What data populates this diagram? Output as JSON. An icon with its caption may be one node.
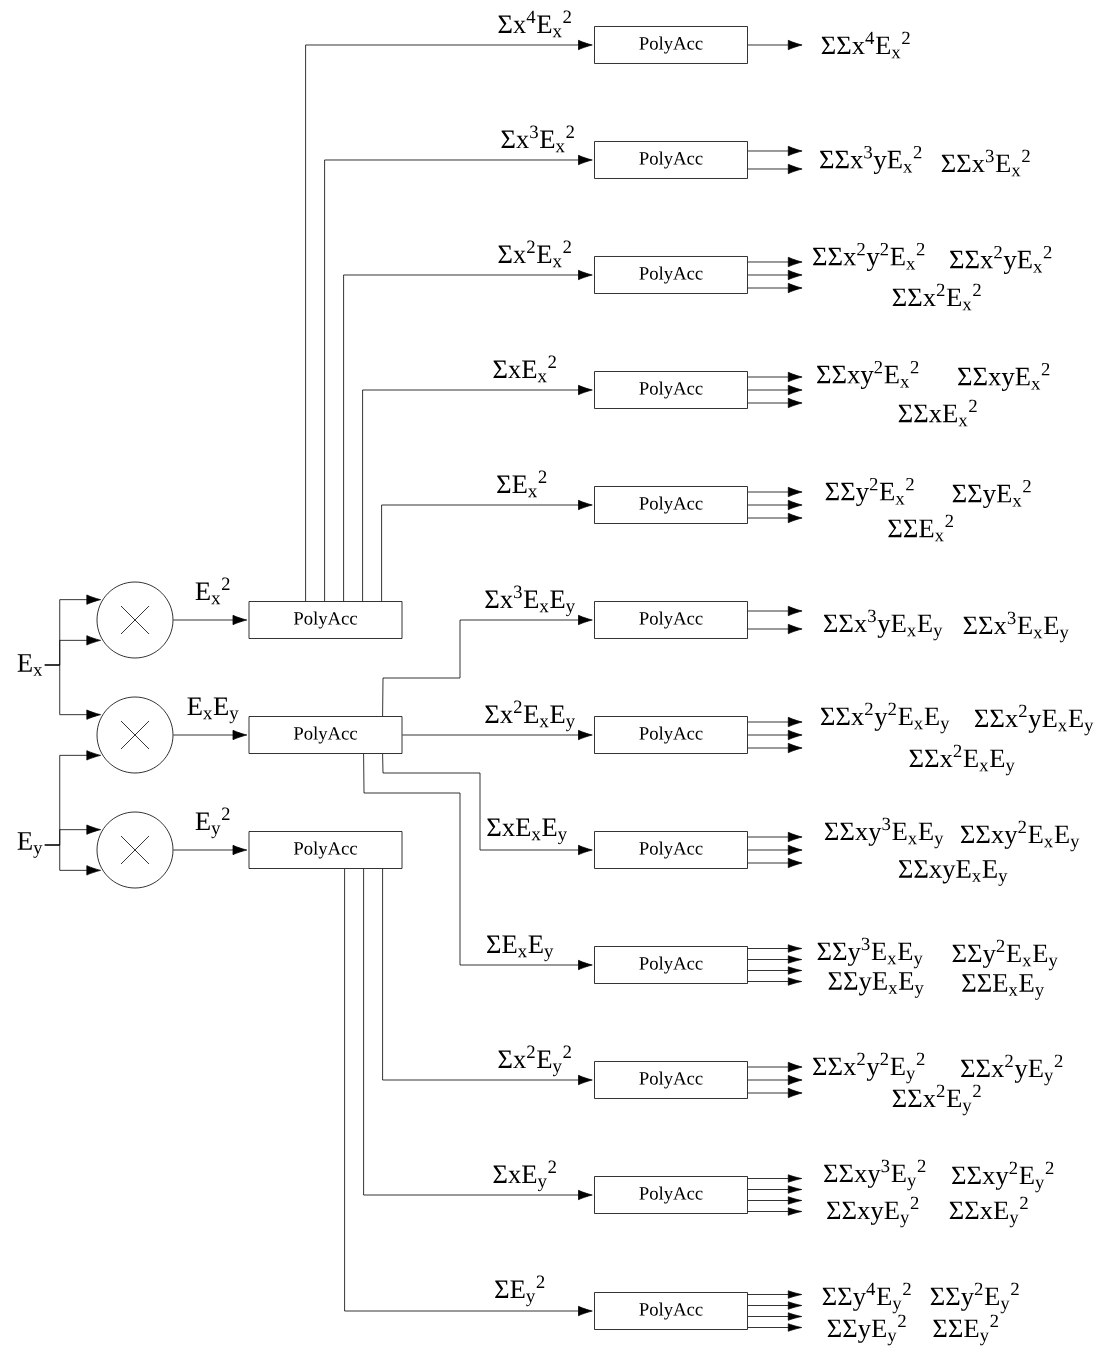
{
  "diagram": {
    "nodes": [
      {
        "text": [
          "E$_{x}$"
        ]
      },
      {
        "text": [
          "E$_{y}$"
        ]
      },
      {
        "text": [],
        "shape": "circle"
      },
      {
        "text": [],
        "shape": "circle"
      },
      {
        "text": [],
        "shape": "circle"
      },
      {
        "text": [
          "PolyAcc"
        ]
      },
      {
        "text": [
          "PolyAcc"
        ]
      },
      {
        "text": [
          "PolyAcc"
        ]
      },
      {
        "text": [
          "PolyAcc"
        ],
        "beside": [
          "ΣΣx$^{4}$E$_{x}$$^{2}$"
        ]
      },
      {
        "text": [
          "PolyAcc"
        ],
        "beside": [
          "ΣΣx$^{3}$yE$_{x}$$^{2}$",
          "ΣΣx$^{3}$E$_{x}$$^{2}$"
        ]
      },
      {
        "text": [
          "PolyAcc"
        ],
        "beside": [
          "ΣΣx$^{2}$y$^{2}$E$_{x}$$^{2}$",
          "ΣΣx$^{2}$yE$_{x}$$^{2}$",
          "ΣΣx$^{2}$E$_{x}$$^{2}$"
        ]
      },
      {
        "text": [
          "PolyAcc"
        ],
        "beside": [
          "ΣΣxy$^{2}$E$_{x}$$^{2}$",
          "ΣΣxyE$_{x}$$^{2}$",
          "ΣΣxE$_{x}$$^{2}$"
        ]
      },
      {
        "text": [
          "PolyAcc"
        ],
        "beside": [
          "ΣΣy$^{2}$E$_{x}$$^{2}$",
          "ΣΣyE$_{x}$$^{2}$",
          "ΣΣE$_{x}$$^{2}$"
        ]
      },
      {
        "text": [
          "PolyAcc"
        ],
        "beside": [
          "ΣΣx$^{3}$yE$_{x}$E$_{y}$",
          "ΣΣx$^{3}$E$_{x}$E$_{y}$"
        ]
      },
      {
        "text": [
          "PolyAcc"
        ],
        "beside": [
          "ΣΣx$^{2}$y$^{2}$E$_{x}$E$_{y}$",
          "ΣΣx$^{2}$yE$_{x}$E$_{y}$",
          "ΣΣx$^{2}$E$_{x}$E$_{y}$"
        ]
      },
      {
        "text": [
          "PolyAcc"
        ],
        "beside": [
          "ΣΣxy$^{3}$E$_{x}$E$_{y}$",
          "ΣΣxy$^{2}$E$_{x}$E$_{y}$",
          "ΣΣxyE$_{x}$E$_{y}$"
        ]
      },
      {
        "text": [
          "PolyAcc"
        ],
        "beside": [
          "ΣΣy$^{3}$E$_{x}$E$_{y}$",
          "ΣΣy$^{2}$E$_{x}$E$_{y}$",
          "ΣΣyE$_{x}$E$_{y}$",
          "ΣΣE$_{x}$E$_{y}$"
        ]
      },
      {
        "text": [
          "PolyAcc"
        ],
        "beside": [
          "ΣΣx$^{2}$y$^{2}$E$_{y}$$^{2}$",
          "ΣΣx$^{2}$yE$_{y}$$^{2}$",
          "ΣΣx$^{2}$E$_{y}$$^{2}$"
        ]
      },
      {
        "text": [
          "PolyAcc"
        ],
        "beside": [
          "ΣΣxy$^{3}$E$_{y}$$^{2}$",
          "ΣΣxy$^{2}$E$_{y}$$^{2}$",
          "ΣΣxyE$_{y}$$^{2}$",
          "ΣΣxE$_{y}$$^{2}$"
        ]
      },
      {
        "text": [
          "PolyAcc"
        ],
        "beside": [
          "ΣΣy$^{4}$E$_{y}$$^{2}$",
          "ΣΣy$^{2}$E$_{y}$$^{2}$",
          "ΣΣyE$_{y}$$^{2}$",
          "ΣΣE$_{y}$$^{2}$"
        ]
      }
    ],
    "edges": [
      {
        "from": 0,
        "to": 2,
        "arrow": "to"
      },
      {
        "from": 0,
        "to": 2,
        "arrow": "to"
      },
      {
        "from": 0,
        "to": 3,
        "arrow": "to"
      },
      {
        "from": 1,
        "to": 3,
        "arrow": "to"
      },
      {
        "from": 1,
        "to": 4,
        "arrow": "to"
      },
      {
        "from": 1,
        "to": 4,
        "arrow": "to"
      },
      {
        "from": 2,
        "to": 5,
        "arrow": "to",
        "label": "E$_{x}$$^{2}$"
      },
      {
        "from": 3,
        "to": 6,
        "arrow": "to",
        "label": "E$_{x}$E$_{y}$"
      },
      {
        "from": 4,
        "to": 7,
        "arrow": "to",
        "label": "E$_{y}$$^{2}$"
      },
      {
        "from": 5,
        "to": 8,
        "arrow": "to",
        "label": "Σx$^{4}$E$_{x}$$^{2}$"
      },
      {
        "from": 5,
        "to": 9,
        "arrow": "to",
        "label": "Σx$^{3}$E$_{x}$$^{2}$"
      },
      {
        "from": 5,
        "to": 10,
        "arrow": "to",
        "label": "Σx$^{2}$E$_{x}$$^{2}$"
      },
      {
        "from": 5,
        "to": 11,
        "arrow": "to",
        "label": "ΣxE$_{x}$$^{2}$"
      },
      {
        "from": 5,
        "to": 12,
        "arrow": "to",
        "label": "ΣE$_{x}$$^{2}$"
      },
      {
        "from": 6,
        "to": 13,
        "arrow": "to",
        "label": "Σx$^{3}$E$_{x}$E$_{y}$"
      },
      {
        "from": 6,
        "to": 14,
        "arrow": "to",
        "label": "Σx$^{2}$E$_{x}$E$_{y}$"
      },
      {
        "from": 6,
        "to": 15,
        "arrow": "to",
        "label": "ΣxE$_{x}$E$_{y}$"
      },
      {
        "from": 6,
        "to": 16,
        "arrow": "to",
        "label": "ΣE$_{x}$E$_{y}$"
      },
      {
        "from": 7,
        "to": 17,
        "arrow": "to",
        "label": "Σx$^{2}$E$_{y}$$^{2}$"
      },
      {
        "from": 7,
        "to": 18,
        "arrow": "to",
        "label": "ΣxE$_{y}$$^{2}$"
      },
      {
        "from": 7,
        "to": 19,
        "arrow": "to",
        "label": "ΣE$_{y}$$^{2}$"
      },
      {
        "from": 8,
        "to": null,
        "arrow": "to"
      },
      {
        "from": 9,
        "to": null,
        "arrow": "to"
      },
      {
        "from": 9,
        "to": null,
        "arrow": "to"
      },
      {
        "from": 10,
        "to": null,
        "arrow": "to"
      },
      {
        "from": 10,
        "to": null,
        "arrow": "to"
      },
      {
        "from": 10,
        "to": null,
        "arrow": "to"
      },
      {
        "from": 11,
        "to": null,
        "arrow": "to"
      },
      {
        "from": 11,
        "to": null,
        "arrow": "to"
      },
      {
        "from": 11,
        "to": null,
        "arrow": "to"
      },
      {
        "from": 12,
        "to": null,
        "arrow": "to"
      },
      {
        "from": 12,
        "to": null,
        "arrow": "to"
      },
      {
        "from": 12,
        "to": null,
        "arrow": "to"
      },
      {
        "from": 13,
        "to": null,
        "arrow": "to"
      },
      {
        "from": 13,
        "to": null,
        "arrow": "to"
      },
      {
        "from": 14,
        "to": null,
        "arrow": "to"
      },
      {
        "from": 14,
        "to": null,
        "arrow": "to"
      },
      {
        "from": 14,
        "to": null,
        "arrow": "to"
      },
      {
        "from": 15,
        "to": null,
        "arrow": "to"
      },
      {
        "from": 15,
        "to": null,
        "arrow": "to"
      },
      {
        "from": 15,
        "to": null,
        "arrow": "to"
      },
      {
        "from": 16,
        "to": null,
        "arrow": "to"
      },
      {
        "from": 16,
        "to": null,
        "arrow": "to"
      },
      {
        "from": 16,
        "to": null,
        "arrow": "to"
      },
      {
        "from": 16,
        "to": null,
        "arrow": "to"
      },
      {
        "from": 17,
        "to": null,
        "arrow": "to"
      },
      {
        "from": 17,
        "to": null,
        "arrow": "to"
      },
      {
        "from": 17,
        "to": null,
        "arrow": "to"
      },
      {
        "from": 18,
        "to": null,
        "arrow": "to"
      },
      {
        "from": 18,
        "to": null,
        "arrow": "to"
      },
      {
        "from": 18,
        "to": null,
        "arrow": "to"
      },
      {
        "from": 18,
        "to": null,
        "arrow": "to"
      },
      {
        "from": 19,
        "to": null,
        "arrow": "to"
      },
      {
        "from": 19,
        "to": null,
        "arrow": "to"
      },
      {
        "from": 19,
        "to": null,
        "arrow": "to"
      },
      {
        "from": 19,
        "to": null,
        "arrow": "to"
      }
    ]
  }
}
